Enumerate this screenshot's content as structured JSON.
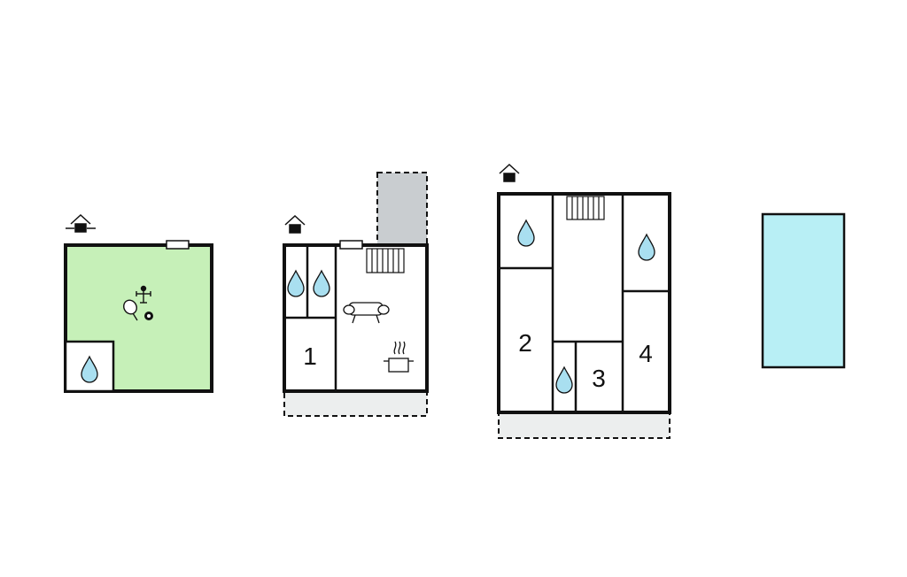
{
  "colors": {
    "wall": "#111111",
    "activity_floor": "#c6f0b8",
    "storage_annex": "#c9cdd0",
    "terrace": "#eceeee",
    "pool": "#b8eff5",
    "water_drop": "#a9dff0"
  },
  "levels": [
    {
      "name": "basement",
      "level_icon": "level-down-icon",
      "features": [
        "table-tennis-icon",
        "table-football-icon",
        "billiards-icon",
        "bathroom-drop-icon"
      ]
    },
    {
      "name": "ground-floor",
      "level_icon": "level-ground-icon",
      "rooms": [
        {
          "number": "1",
          "type": "bedroom"
        },
        {
          "type": "bathroom",
          "icon": "water-drop-icon"
        },
        {
          "type": "bathroom",
          "icon": "water-drop-icon"
        },
        {
          "type": "living-kitchen",
          "icons": [
            "sofa-icon",
            "cooking-pot-icon",
            "stairs-icon"
          ]
        }
      ],
      "extras": [
        "storage-annex",
        "terrace"
      ]
    },
    {
      "name": "first-floor",
      "level_icon": "level-up-icon",
      "rooms": [
        {
          "number": "2",
          "type": "bedroom"
        },
        {
          "number": "3",
          "type": "bedroom"
        },
        {
          "number": "4",
          "type": "bedroom"
        },
        {
          "type": "bathroom",
          "icon": "water-drop-icon"
        },
        {
          "type": "bathroom",
          "icon": "water-drop-icon"
        },
        {
          "type": "bathroom",
          "icon": "water-drop-icon"
        },
        {
          "type": "hall",
          "icons": [
            "stairs-icon"
          ]
        }
      ],
      "extras": [
        "terrace"
      ]
    },
    {
      "name": "pool",
      "features": [
        "swimming-pool"
      ]
    }
  ],
  "room_labels": {
    "room_1": "1",
    "room_2": "2",
    "room_3": "3",
    "room_4": "4"
  }
}
